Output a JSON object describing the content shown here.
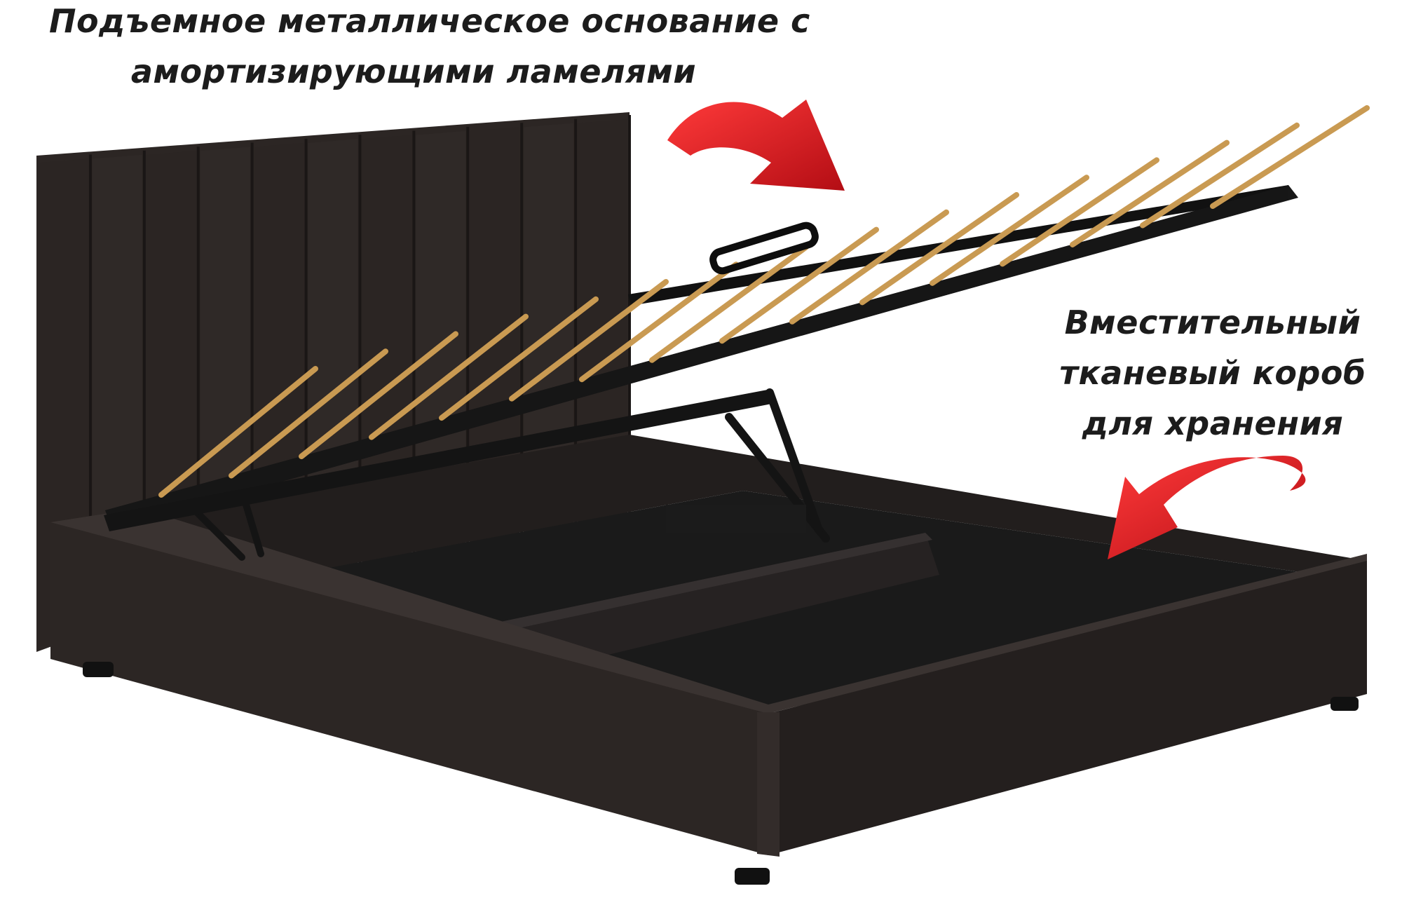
{
  "caption_top": {
    "line1": "Подъемное металлическое основание с",
    "line2": "амортизирующими ламелями"
  },
  "caption_right": {
    "line1": "Вместительный",
    "line2": "тканевый короб",
    "line3": "для хранения"
  },
  "colors": {
    "upholstery": "#2c2624",
    "upholstery_shadow": "#1f1a19",
    "box_interior": "#1a1a1a",
    "metal_frame": "#171717",
    "slats": "#c99a52",
    "arrow": "#d8141c",
    "text": "#1c1c1c"
  },
  "headboard_channel_count": 11,
  "slat_count": 16
}
